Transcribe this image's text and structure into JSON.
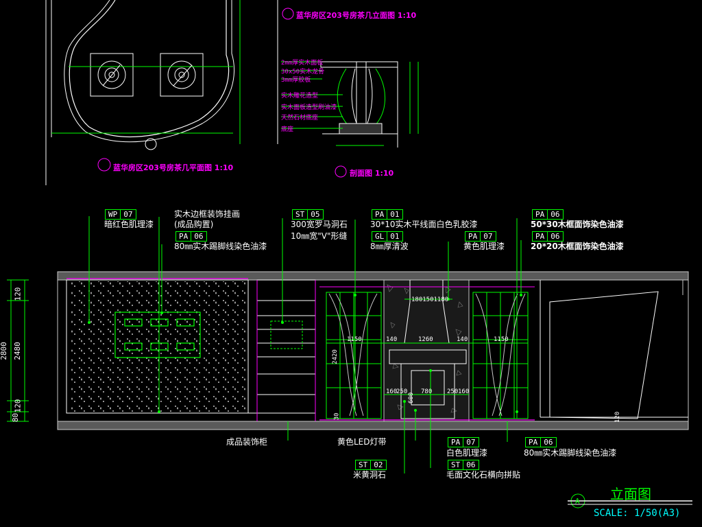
{
  "top_titles": {
    "plan": "蓝华房区203号房茶几平面图 1:10",
    "elevation": "蓝华房区203号房茶几立面图 1:10",
    "section": "剖面图 1:10"
  },
  "top_callouts": [
    "2mm厚实木面板",
    "30x50实木龙骨",
    "3mm厚胶板",
    "实木雕花造型",
    "实木面板造型刷油漆",
    "天然石材底座",
    "底座"
  ],
  "annotations_top": {
    "wp07_code": "WP",
    "wp07_num": "07",
    "wp07_text": "暗红色肌理漆",
    "frame_text1": "实木边框装饰挂画",
    "frame_text2": "(成品购置)",
    "pa06a_code": "PA",
    "pa06a_num": "06",
    "pa06a_text": "80㎜实木踢脚线染色油漆",
    "st05_code": "ST",
    "st05_num": "05",
    "st05_text": "300宽罗马洞石",
    "st05_text2": "10㎜宽\"V\"形缝",
    "pa01_code": "PA",
    "pa01_num": "01",
    "pa01_text": "30*10实木平线面白色乳胶漆",
    "gl01_code": "GL",
    "gl01_num": "01",
    "gl01_text": "8㎜厚清波",
    "pa07a_code": "PA",
    "pa07a_num": "07",
    "pa07a_text": "黄色肌理漆",
    "pa06b_code": "PA",
    "pa06b_num": "06",
    "pa06b_text": "50*30木框面饰染色油漆",
    "pa06c_code": "PA",
    "pa06c_num": "06",
    "pa06c_text": "20*20木框面饰染色油漆"
  },
  "annotations_bottom": {
    "cabinet": "成品装饰柜",
    "led": "黄色LED灯带",
    "st02_code": "ST",
    "st02_num": "02",
    "st02_text": "米黄洞石",
    "pa07b_code": "PA",
    "pa07b_num": "07",
    "pa07b_text": "白色肌理漆",
    "st06_code": "ST",
    "st06_num": "06",
    "st06_text": "毛面文化石横向拼贴",
    "pa06d_code": "PA",
    "pa06d_num": "06",
    "pa06d_text": "80㎜实木踢脚线染色油漆"
  },
  "dims_left": {
    "total": "2800",
    "top": "120",
    "mid": "2480",
    "b1": "120",
    "b2": "80"
  },
  "dims_inner": [
    "1150",
    "140",
    "1260",
    "140",
    "1150",
    "2420",
    "1801501180",
    "160",
    "250",
    "780",
    "250",
    "160",
    "600",
    "120",
    "30"
  ],
  "footer": {
    "mark": "A",
    "title": "立面图",
    "scale": "SCALE: 1/50(A3)"
  },
  "colors": {
    "green": "#00ff00",
    "magenta": "#ff00ff",
    "white": "#ffffff",
    "gray": "#c8c8c8",
    "cyan": "#00ffff"
  }
}
